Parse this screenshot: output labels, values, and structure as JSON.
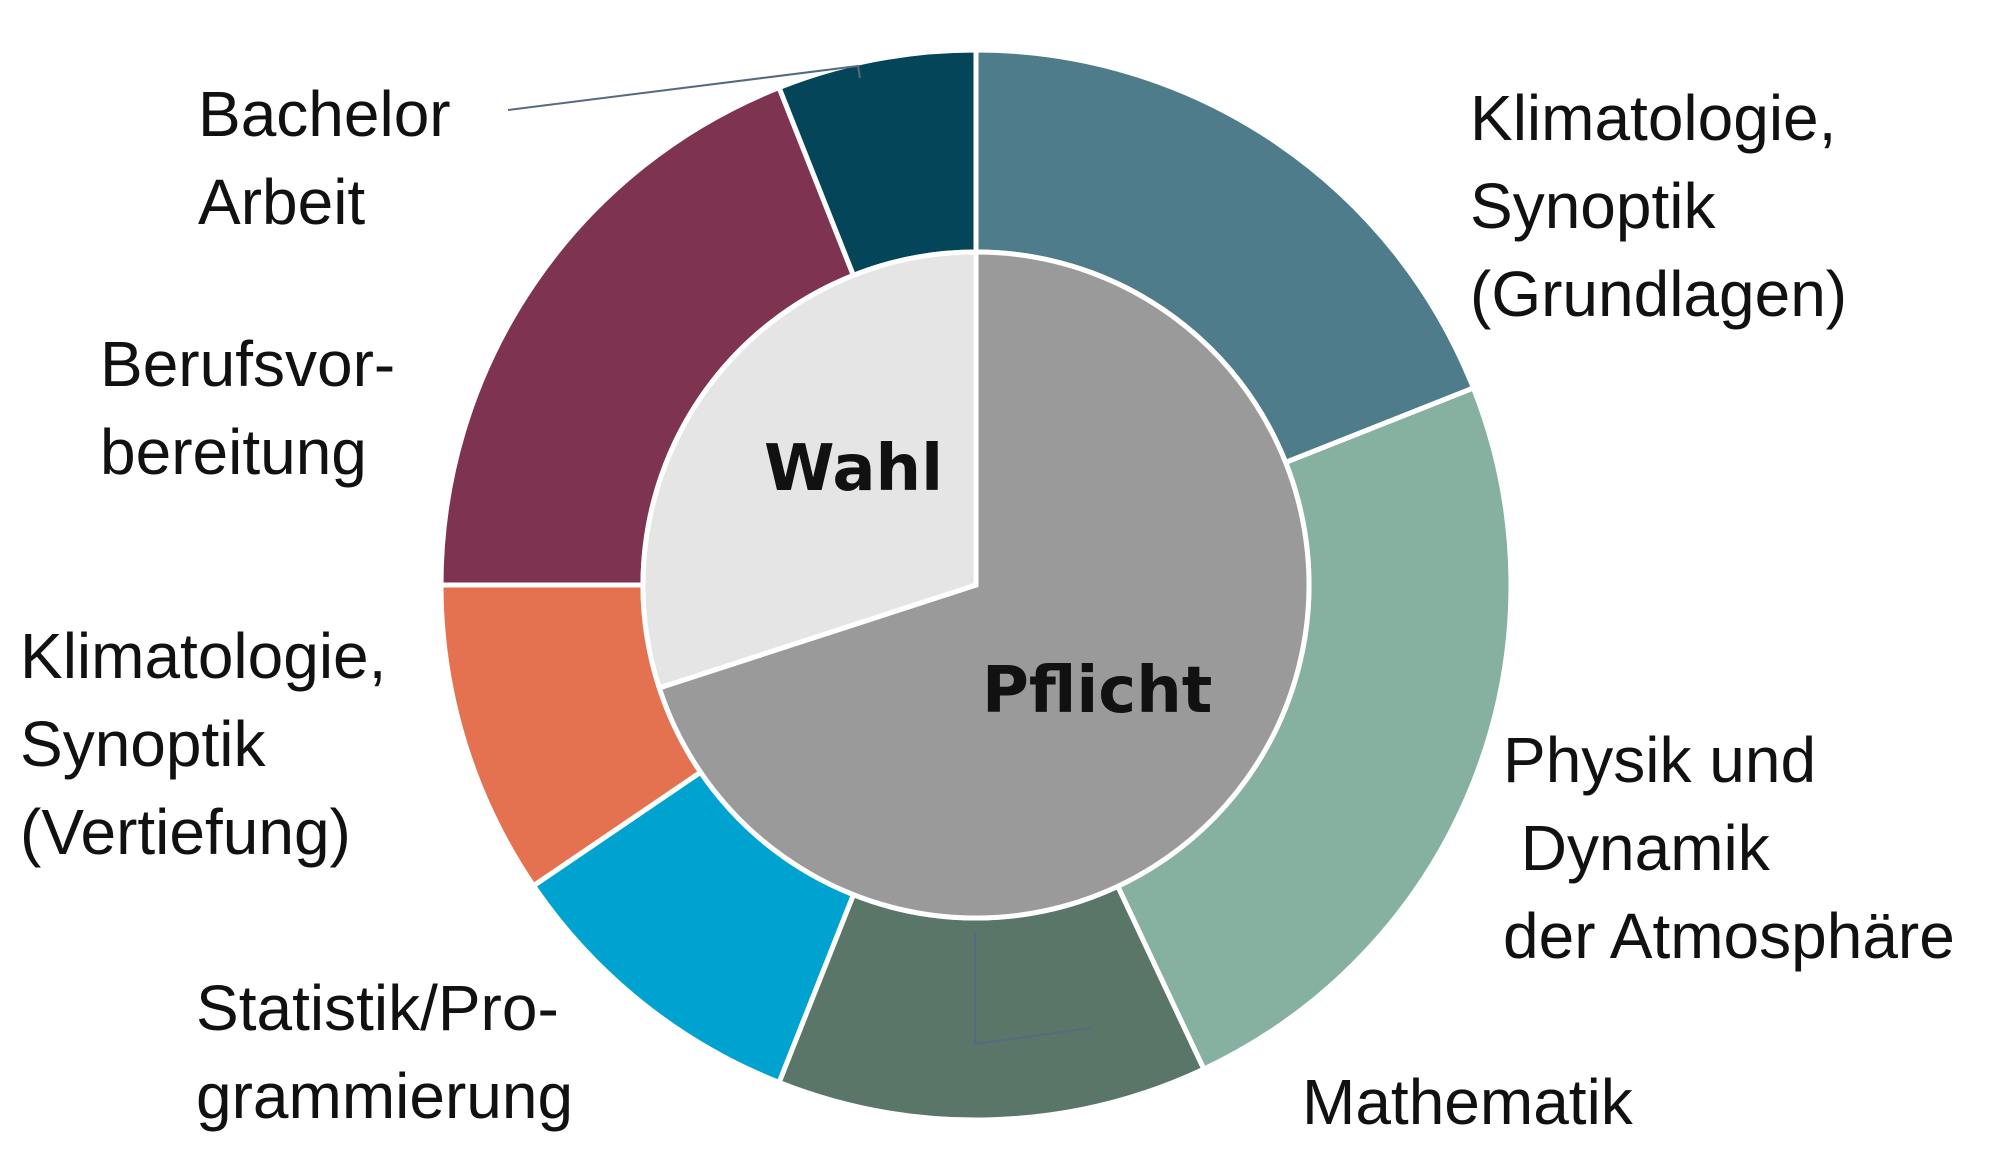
{
  "chart_data": {
    "type": "pie",
    "subtype": "nested-donut",
    "inner_ring": {
      "categories": [
        "Pflicht",
        "Wahl"
      ],
      "values": [
        70,
        30
      ],
      "colors": [
        "#9a9a9a",
        "#e5e5e5"
      ]
    },
    "outer_ring": {
      "categories": [
        "Klimatologie, Synoptik (Grundlagen)",
        "Physik und Dynamik der Atmosphäre",
        "Mathematik",
        "Statistik/Programmierung",
        "Klimatologie, Synoptik (Vertiefung)",
        "Berufsvorbereitung",
        "Bachelor Arbeit"
      ],
      "values": [
        19,
        24,
        13,
        9.5,
        9.5,
        19,
        6
      ],
      "colors": [
        "#4e7c8a",
        "#86b0a0",
        "#5a7668",
        "#00a2d0",
        "#e47150",
        "#7e3350",
        "#04455a"
      ]
    },
    "labels": {
      "inner": [
        "Wahl",
        "Pflicht"
      ],
      "outer": [
        [
          "Klimatologie,",
          "Synoptik",
          "(Grundlagen)"
        ],
        [
          "Physik und",
          " Dynamik",
          "der Atmosphäre"
        ],
        [
          "Mathematik"
        ],
        [
          "Statistik/Pro-",
          "grammierung"
        ],
        [
          "Klimatologie,",
          "Synoptik",
          "(Vertiefung)"
        ],
        [
          "Berufsvor-",
          "bereitung"
        ],
        [
          "Bachelor",
          "Arbeit"
        ]
      ]
    },
    "start_angle": "12 o'clock",
    "direction": "clockwise",
    "legend": "none"
  }
}
